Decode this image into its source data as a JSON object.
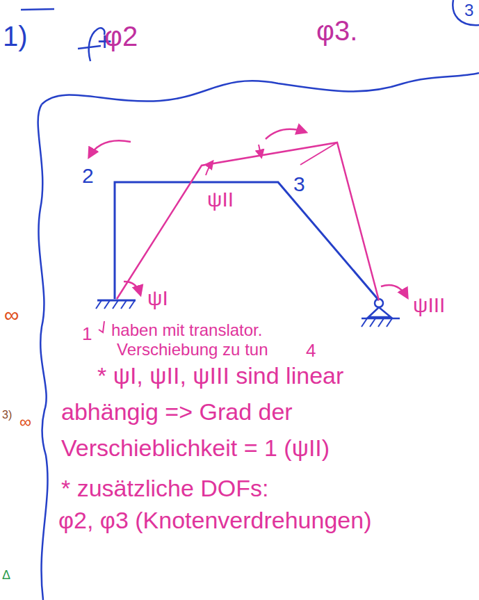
{
  "diagram": {
    "labels": [
      "1)",
      "+",
      "3",
      "φ2",
      "φ3.",
      "2",
      "3",
      "ψII",
      "ψI",
      "ψIII",
      "1",
      "4",
      "haben mit translator.",
      "Verschiebung zu tun",
      "* ψI, ψII, ψIII sind linear",
      "abhängig => Grad der",
      "Verschieblichkeit = 1 (ψII)",
      "* zusätzliche DOFs:",
      "φ2, φ3 (Knotenverdrehungen)",
      "∞",
      "3)",
      "∞",
      "Δ"
    ]
  }
}
